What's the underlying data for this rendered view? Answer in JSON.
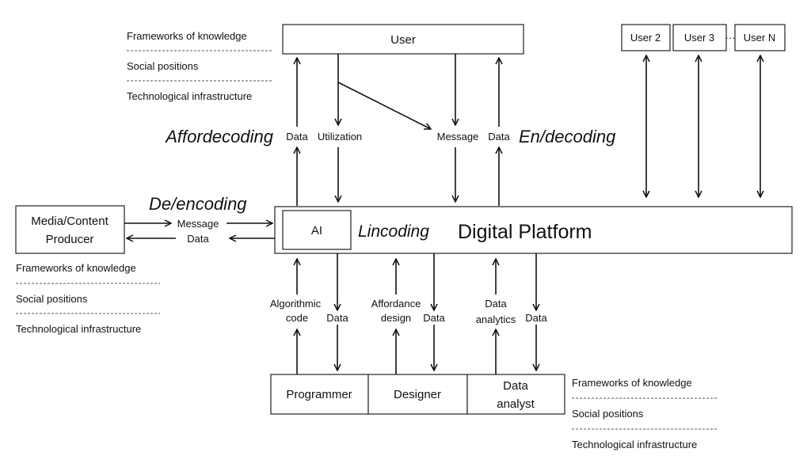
{
  "nodes": {
    "user": "User",
    "user2": "User 2",
    "user3": "User 3",
    "ellipsis": "···",
    "userN": "User N",
    "platform": "Digital Platform",
    "ai": "AI",
    "producer_line1": "Media/Content",
    "producer_line2": "Producer",
    "programmer": "Programmer",
    "designer": "Designer",
    "analyst_line1": "Data",
    "analyst_line2": "analyst"
  },
  "processes": {
    "affordecoding": "Affordecoding",
    "endecoding": "En/decoding",
    "deencoding": "De/encoding",
    "lincoding": "Lincoding"
  },
  "flows": {
    "user_data_up": "Data",
    "utilization": "Utilization",
    "message_down": "Message",
    "user_data_up2": "Data",
    "producer_message": "Message",
    "producer_data": "Data",
    "algorithmic_1": "Algorithmic",
    "algorithmic_2": "code",
    "programmer_data": "Data",
    "affordance_1": "Affordance",
    "affordance_2": "design",
    "designer_data": "Data",
    "analytics_1": "Data",
    "analytics_2": "analytics",
    "analyst_data": "Data"
  },
  "context_labels": {
    "frameworks": "Frameworks of knowledge",
    "social": "Social positions",
    "tech": "Technological infrastructure"
  }
}
